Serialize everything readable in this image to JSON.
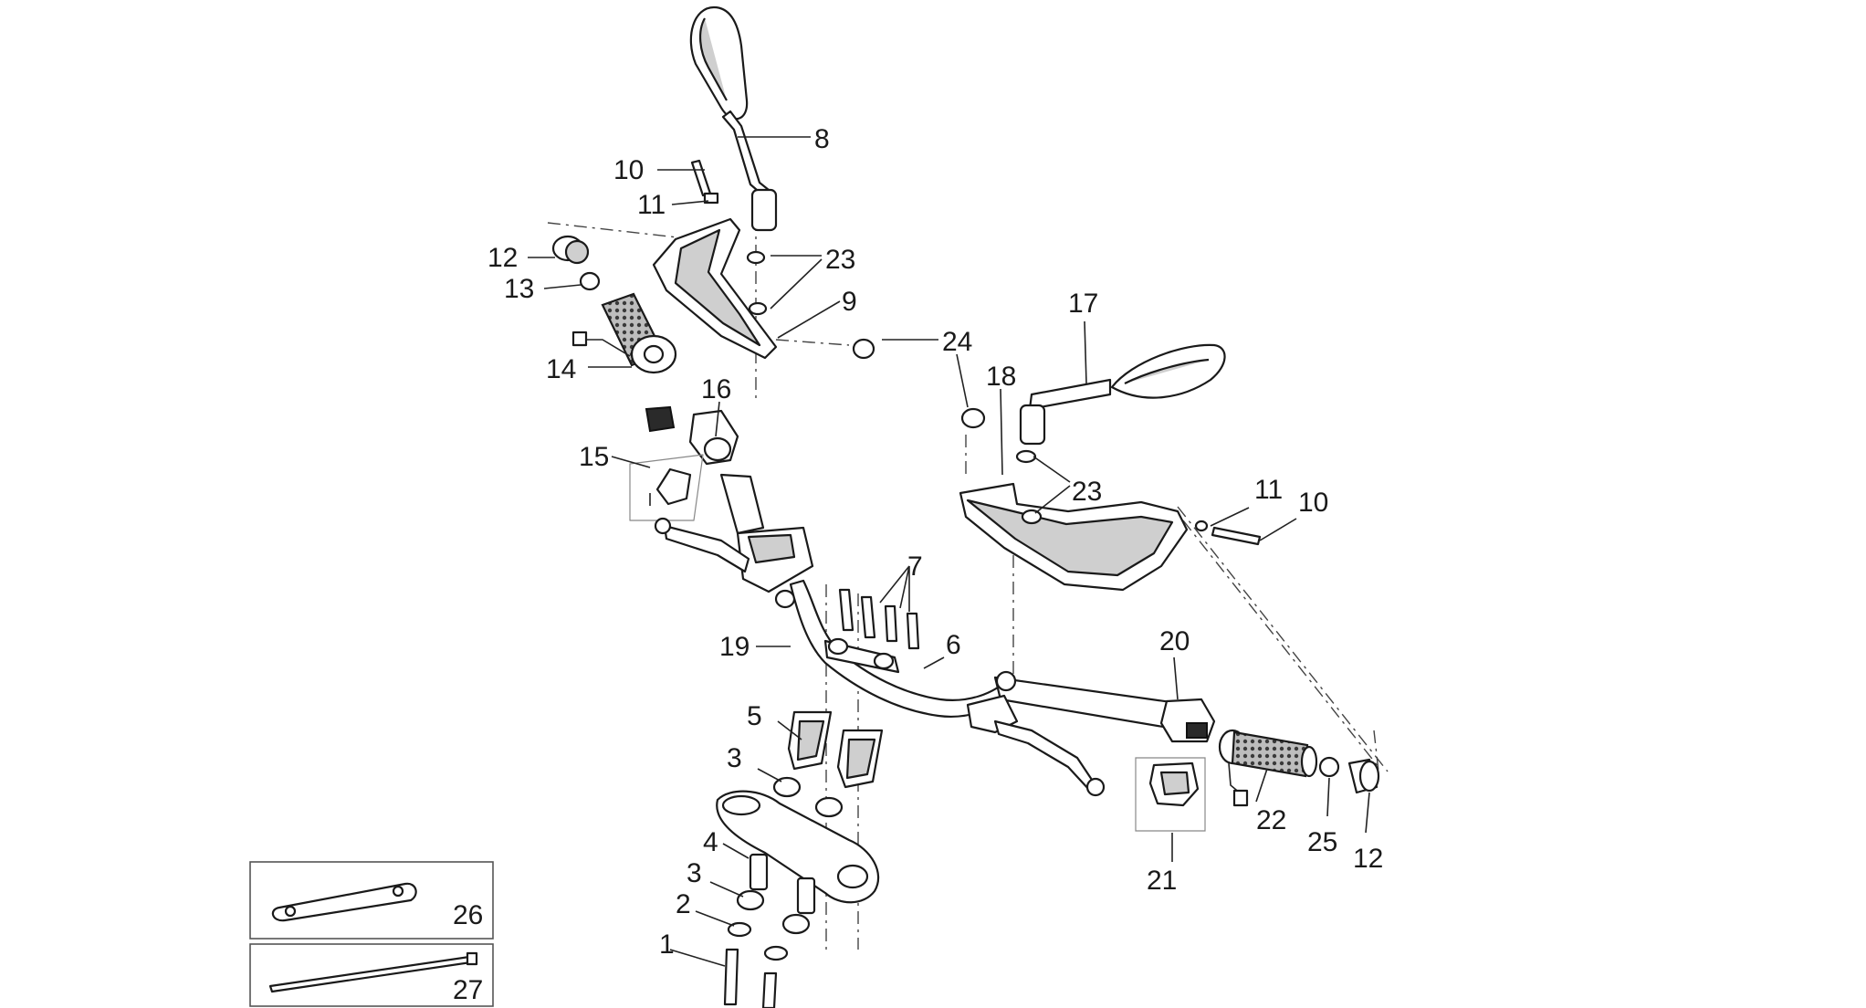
{
  "labels": {
    "l1": "1",
    "l2": "2",
    "l3a": "3",
    "l3b": "3",
    "l4": "4",
    "l5": "5",
    "l6": "6",
    "l7": "7",
    "l8": "8",
    "l9": "9",
    "l10a": "10",
    "l10b": "10",
    "l11a": "11",
    "l11b": "11",
    "l12a": "12",
    "l12b": "12",
    "l13": "13",
    "l14": "14",
    "l15": "15",
    "l16": "16",
    "l17": "17",
    "l18": "18",
    "l19": "19",
    "l20": "20",
    "l21": "21",
    "l22": "22",
    "l23a": "23",
    "l23b": "23",
    "l24": "24",
    "l25": "25",
    "l26": "26",
    "l27": "27"
  }
}
